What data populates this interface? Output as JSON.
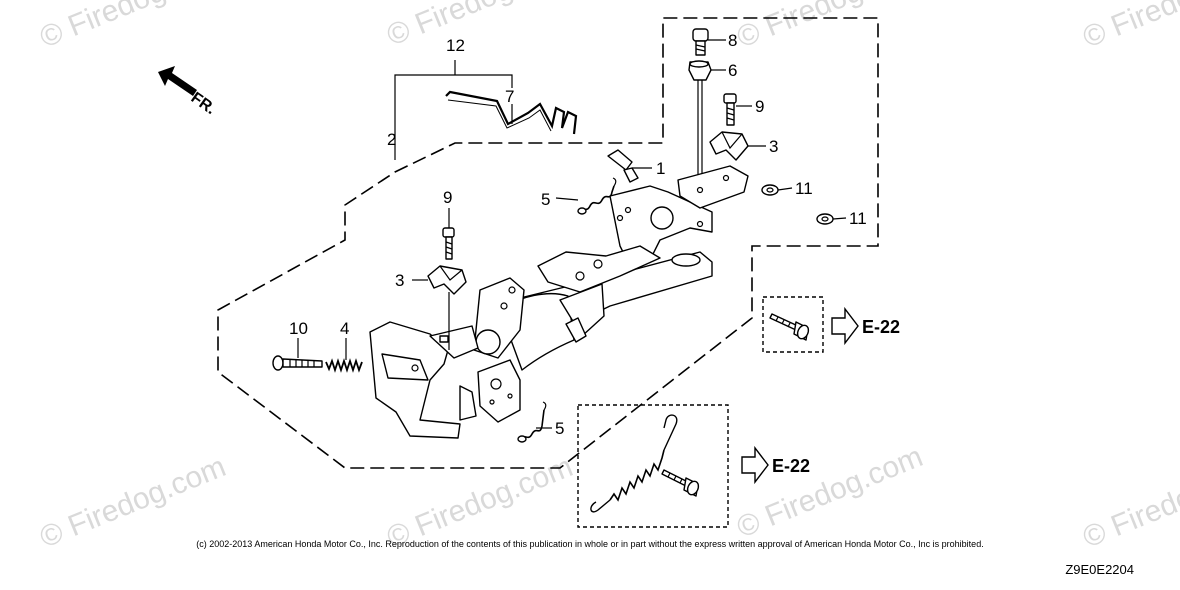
{
  "watermarks": [
    "© Firedog.com",
    "© Firedog.com",
    "© Firedog.com",
    "© Firedog.com",
    "© Firedog.com",
    "© Firedog.com",
    "© Firedog.com",
    "© Firedog.com"
  ],
  "front_indicator": "FR.",
  "callouts": [
    "1",
    "2",
    "3",
    "3",
    "4",
    "5",
    "5",
    "6",
    "7",
    "8",
    "9",
    "9",
    "10",
    "11",
    "11",
    "12"
  ],
  "references": [
    "E-22",
    "E-22"
  ],
  "copyright": "(c) 2002-2013 American Honda Motor Co., Inc. Reproduction of the contents of this publication in whole or in part without the express written approval of American Honda Motor Co., Inc is prohibited.",
  "drawing_code": "Z9E0E2204"
}
